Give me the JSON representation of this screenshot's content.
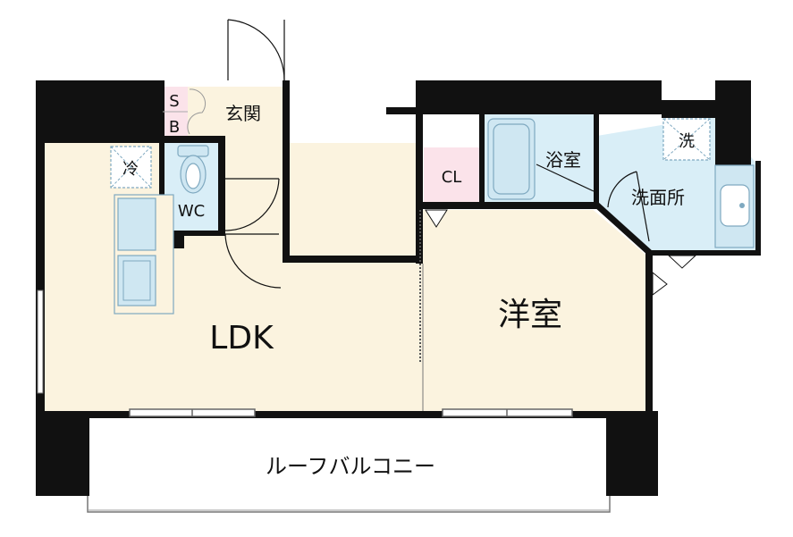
{
  "rooms": {
    "ldk": "LDK",
    "western": "洋室",
    "balcony": "ルーフバルコニー",
    "entrance": "玄関",
    "wc": "WC",
    "bath": "浴室",
    "washroom": "洗面所",
    "closet": "CL",
    "shoe_box_s": "S",
    "shoe_box_b": "B",
    "fridge": "冷",
    "washer": "洗"
  },
  "colors": {
    "floor": "#fbf3df",
    "wet_area": "#d9eef7",
    "closet": "#fbe3ea",
    "wall": "#111111",
    "fixture_fill": "#cfe7f2",
    "fixture_line": "#7fa9c0"
  }
}
